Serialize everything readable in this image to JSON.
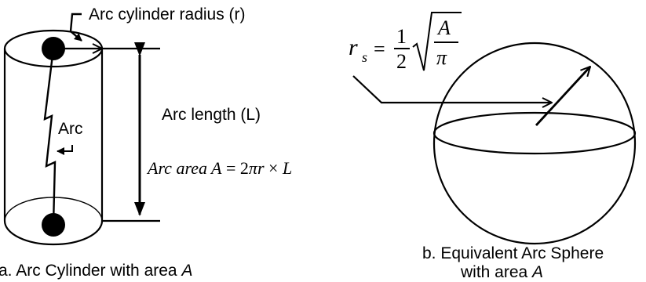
{
  "figure_a": {
    "radius_label": "Arc cylinder radius (r)",
    "arc_label": "Arc",
    "length_label": "Arc length (L)",
    "area_formula": {
      "lhs": "Arc area A",
      "eq": " = 2",
      "pi": "π",
      "r": "r",
      "times": " × ",
      "L": "L"
    },
    "caption": {
      "prefix": "a. Arc Cylinder with area ",
      "var": "A"
    }
  },
  "figure_b": {
    "radius_formula": {
      "r": "r",
      "sub": "s",
      "eq": "=",
      "num": "1",
      "den": "2",
      "rad_num": "A",
      "rad_den": "π"
    },
    "caption": {
      "line1": "b. Equivalent Arc Sphere",
      "line2_prefix": "with area ",
      "line2_var": "A"
    }
  }
}
